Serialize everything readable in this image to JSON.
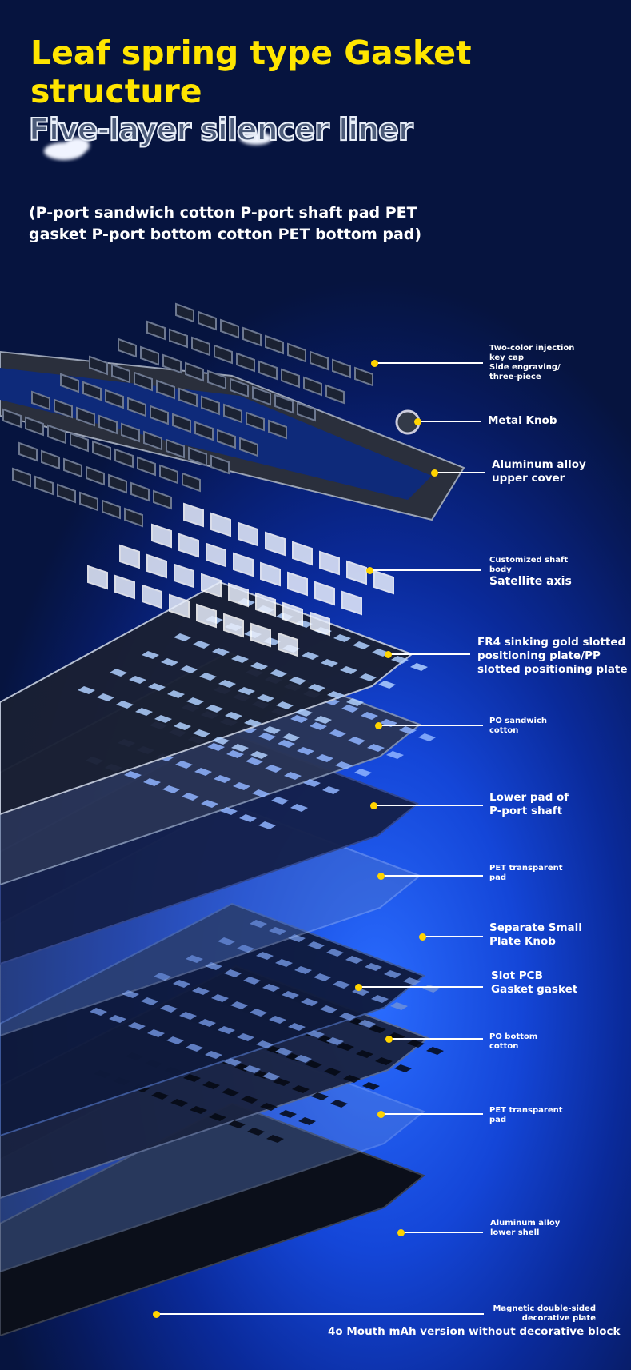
{
  "title": "Leaf spring type Gasket structure",
  "subtitle": "Five-layer silencer liner",
  "description": "(P-port sandwich cotton P-port shaft pad PET gasket P-port bottom cotton PET bottom pad)",
  "labels": [
    {
      "lines": [
        "Two-color injection",
        "key cap",
        "Side engraving/",
        "three-piece"
      ]
    },
    {
      "lines": [
        "Metal Knob"
      ]
    },
    {
      "lines": [
        "Aluminum alloy",
        "upper cover"
      ]
    },
    {
      "lines": [
        "Customized shaft",
        "body"
      ],
      "extra": "Satellite axis"
    },
    {
      "lines": [
        "FR4 sinking gold slotted",
        "positioning plate/PP",
        "slotted positioning plate"
      ]
    },
    {
      "lines": [
        "PO sandwich",
        "cotton"
      ]
    },
    {
      "lines": [
        "Lower pad of",
        "P-port shaft"
      ]
    },
    {
      "lines": [
        "PET transparent",
        "pad"
      ]
    },
    {
      "lines": [
        "Separate Small",
        "Plate Knob"
      ]
    },
    {
      "lines": [
        "Slot PCB",
        "Gasket gasket"
      ]
    },
    {
      "lines": [
        "PO bottom",
        "cotton"
      ]
    },
    {
      "lines": [
        "PET transparent",
        "pad"
      ]
    },
    {
      "lines": [
        "Aluminum alloy",
        "lower shell"
      ]
    },
    {
      "lines": [
        "Magnetic double-sided",
        "decorative plate"
      ]
    },
    {
      "lines": [
        "4o Mouth mAh version without decorative block"
      ]
    }
  ],
  "colors": {
    "title": "#ffe500",
    "dot": "#ffd400"
  }
}
